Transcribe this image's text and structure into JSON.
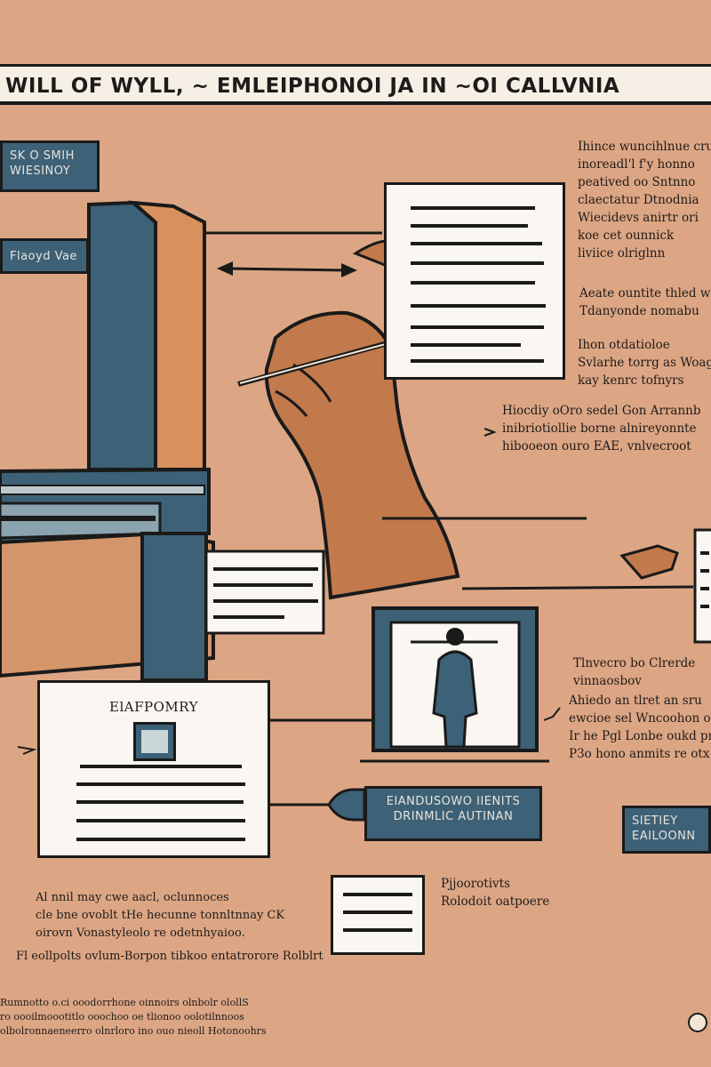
{
  "title": "WILL OF WYLL, ~ EMLEIPHONOI JA IN ~OI CALLVNIA",
  "tags": {
    "top_left": [
      "SK O SMIH",
      "WIESINOY"
    ],
    "mid_left": "Flaoyd Vae",
    "banner_center": [
      "EIANDUSOWO IIENITS",
      "DRINMLIC AUTINAN"
    ],
    "bottom_right": [
      "SIETIEY",
      "EAILOONN"
    ]
  },
  "card": {
    "title": "ElAFPOMRY"
  },
  "notes": {
    "right_1": [
      "Ihince wuncihlnue cru",
      "inoreadl'l f'y honno",
      "peatived oo Sntnno",
      "claectatur Dtnodnia",
      "Wiecidevs anirtr ori",
      "koe cet ounnick",
      "liviice olriglnn"
    ],
    "right_2": [
      "Aeate ountite thled wit",
      "Tdanyonde nomabu"
    ],
    "right_3": [
      "Ihon otdatioloe",
      "Svlarhe torrg as Woague",
      "kay kenrc tofnyrs"
    ],
    "right_4": [
      "Hiocdiy oOro sedel Gon Arrannb",
      "inibriotiollie borne alnireyonnte",
      "hibooeon ouro EAE, vnlvecroot"
    ],
    "right_5": [
      "Tlnvecro bo Clrerde",
      "vinnaosbov"
    ],
    "right_6": [
      "Ahiedo an tlret an sru",
      "ewcioe sel Wncoohon or",
      "Ir he Pgl Lonbe oukd pnos",
      "P3o hono anmits re otx"
    ],
    "center_caption": [
      "Pjjoorotivts",
      "Rolodoit oatpoere"
    ],
    "bottom_1": [
      "Al nnil may cwe aacl, oclunnoces",
      "cle bne ovoblt tHe hecunne tonnltnnay CK",
      "oirovn Vonastyleolo re odetnhyaioo."
    ],
    "bottom_2": "Fl eollpolts ovlum-Borpon tibkoo entatrorore Rolblrt",
    "footer": [
      "Rumnotto o.ci ooodorrhone oinnoirs olnbolr olollS",
      "ro oooilmoootitlo ooochoo oe tlionoo oolotilnnoos",
      "olbolronnaeneerro olnrloro ino ouo nieoll Hotonoohrs"
    ]
  },
  "colors": {
    "background": "#DCA684",
    "accent_blue": "#3D6177",
    "paper": "#FAF7F2",
    "skin": "#C27A4C",
    "outline": "#1a1a1a"
  }
}
